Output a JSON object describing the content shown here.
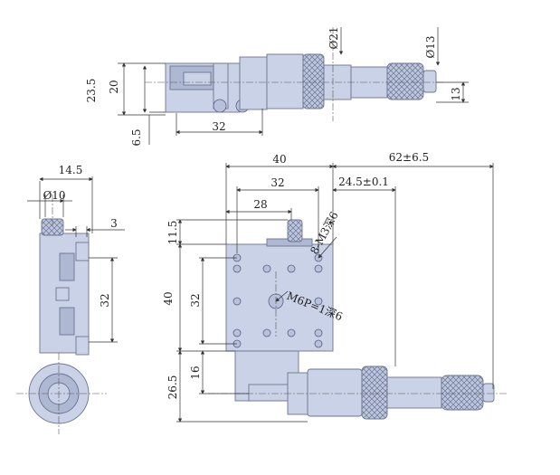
{
  "dimensions": {
    "top_view": {
      "d21": "Ø21",
      "d13": "Ø13",
      "h23_5": "23.5",
      "h20": "20",
      "h13": "13",
      "h6_5": "6.5",
      "w32": "32"
    },
    "side_view": {
      "w14_5": "14.5",
      "d10": "Ø10",
      "g3": "3",
      "h32": "32"
    },
    "front_view": {
      "w40": "40",
      "w32": "32",
      "w28": "28",
      "tol62": "62±6.5",
      "tol24_5": "24.5±0.1",
      "h11_5": "11.5",
      "h40": "40",
      "h32": "32",
      "h16": "16",
      "h26_5": "26.5",
      "note_m3": "8-M3深6",
      "note_m6": "M6P=1深6"
    }
  },
  "colors": {
    "body": "#c9d2e6",
    "outline": "#6e7690",
    "dimension": "#333333"
  }
}
